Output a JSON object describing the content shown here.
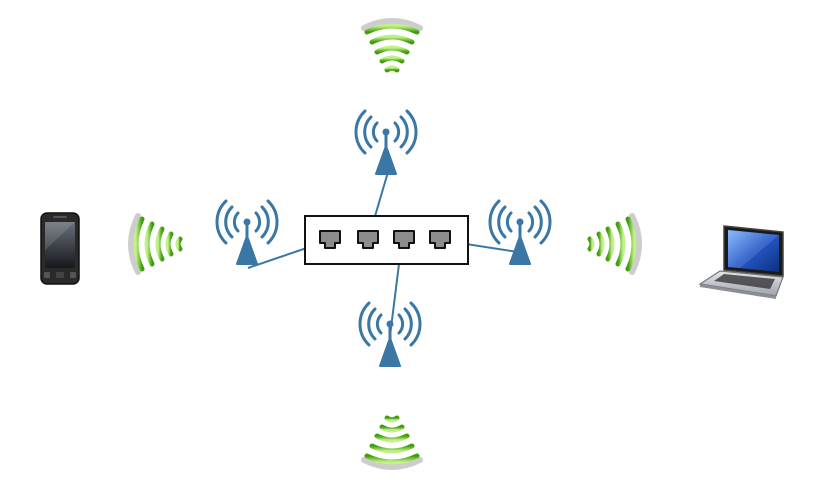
{
  "colors": {
    "background": "#ffffff",
    "access_point": "#3a77a4",
    "cable": "#3a77a4",
    "switch_body": "#ffffff",
    "switch_outline": "#111111",
    "port_fill": "#8c8c8c",
    "signal_green_dark": "#3f9e0b",
    "signal_green_light": "#c4f08a",
    "signal_shadow": "#b8b8b8",
    "phone_body": "#2a2a2a",
    "laptop_screen": "#1f4fb0",
    "laptop_body": "#c9ccd3"
  },
  "nodes": {
    "switch": {
      "icon": "ethernet-switch-icon",
      "port_count": 4
    },
    "access_points": [
      {
        "id": "top",
        "icon": "wireless-access-point-icon"
      },
      {
        "id": "left",
        "icon": "wireless-access-point-icon"
      },
      {
        "id": "right",
        "icon": "wireless-access-point-icon"
      },
      {
        "id": "bottom",
        "icon": "wireless-access-point-icon"
      }
    ],
    "clients": [
      {
        "id": "phone",
        "icon": "smartphone-icon"
      },
      {
        "id": "laptop",
        "icon": "laptop-icon"
      }
    ],
    "signals": [
      {
        "id": "top",
        "icon": "wifi-signal-icon",
        "direction": "up"
      },
      {
        "id": "left",
        "icon": "wifi-signal-icon",
        "direction": "left"
      },
      {
        "id": "right",
        "icon": "wifi-signal-icon",
        "direction": "right"
      },
      {
        "id": "bottom",
        "icon": "wifi-signal-icon",
        "direction": "down"
      }
    ]
  },
  "connections": [
    {
      "from": "switch-port-1",
      "to": "access-point-left"
    },
    {
      "from": "switch-port-2",
      "to": "access-point-top"
    },
    {
      "from": "switch-port-3",
      "to": "access-point-bottom"
    },
    {
      "from": "switch-port-4",
      "to": "access-point-right"
    }
  ]
}
